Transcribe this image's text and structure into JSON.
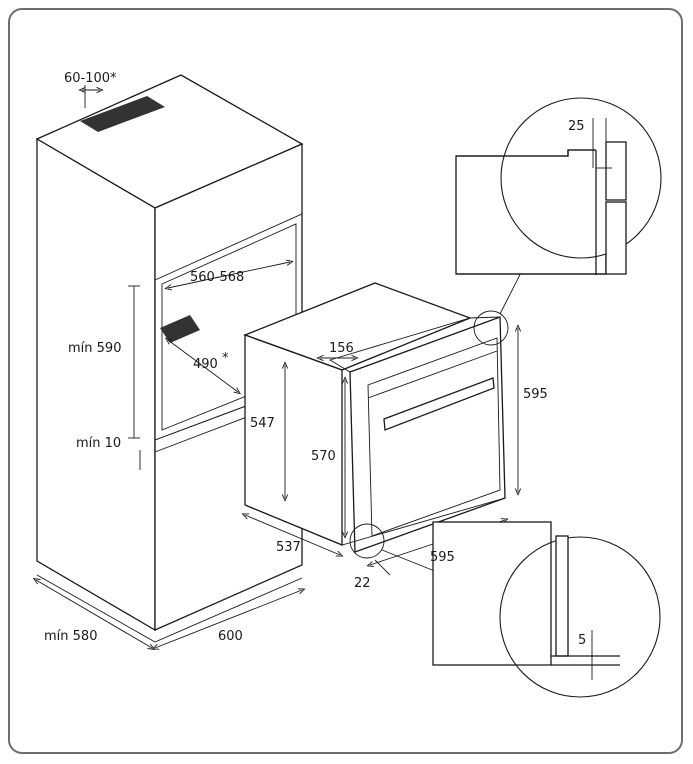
{
  "dimensions": {
    "vent_top": "60-100*",
    "niche_width": "560-568",
    "niche_height_min": "mín 590",
    "niche_depth": "490",
    "niche_depth_mark": "*",
    "gap_min": "mín 10",
    "cabinet_depth_min": "mín 580",
    "cabinet_width": "600",
    "oven_top_step": "156",
    "oven_body_height": "547",
    "oven_front_height": "570",
    "oven_total_height": "595",
    "oven_depth": "537",
    "oven_width": "595",
    "front_offset": "22",
    "detail_top_gap": "25",
    "detail_bottom_gap": "5"
  },
  "colors": {
    "line": "#1a1a1a",
    "vent": "#333333",
    "frame": "#6e6e6e"
  }
}
